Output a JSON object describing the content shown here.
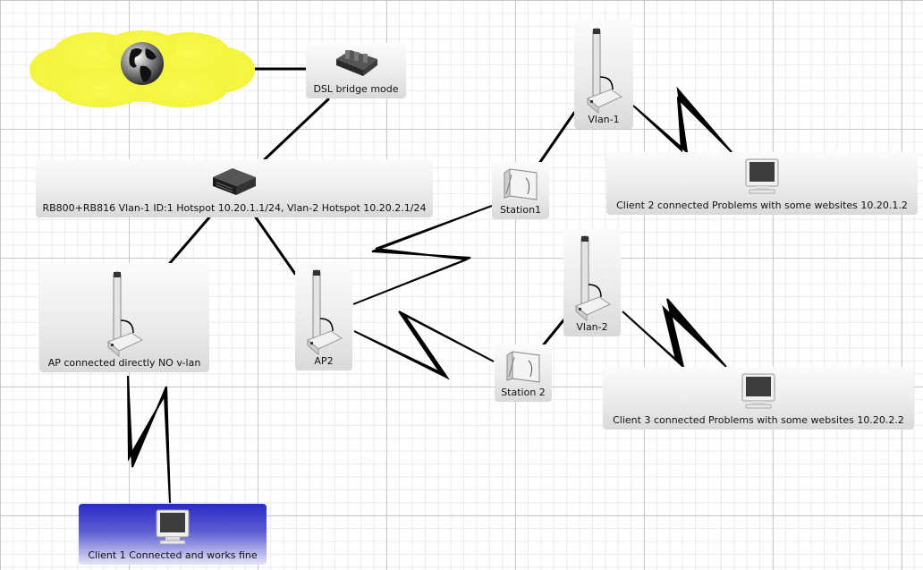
{
  "nodes": {
    "dsl": {
      "label": "DSL bridge mode"
    },
    "router": {
      "label": "RB800+RB816 Vlan-1 ID:1 Hotspot 10.20.1.1/24, Vlan-2 Hotspot 10.20.2.1/24"
    },
    "vlan1": {
      "label": "Vlan-1"
    },
    "vlan2": {
      "label": "Vlan-2"
    },
    "station1": {
      "label": "Station1"
    },
    "station2": {
      "label": "Station 2"
    },
    "ap2": {
      "label": "AP2"
    },
    "ap_direct": {
      "label": "AP connected directly NO v-lan"
    },
    "client1": {
      "label": "Client 1 Connected and works fine"
    },
    "client2": {
      "label": "Client 2 connected Problems with some websites 10.20.1.2"
    },
    "client3": {
      "label": "Client 3 connected Problems with some websites 10.20.2.2"
    }
  },
  "icons": {
    "internet": "internet-cloud-icon",
    "globe": "globe-icon",
    "dsl": "dsl-modem-icon",
    "router": "router-icon",
    "antenna": "omni-antenna-icon",
    "station": "sector-antenna-icon",
    "client": "computer-monitor-icon"
  },
  "colors": {
    "cloud": "#f8f84a",
    "client1_node": "#2a2ac8",
    "link": "#000000"
  }
}
